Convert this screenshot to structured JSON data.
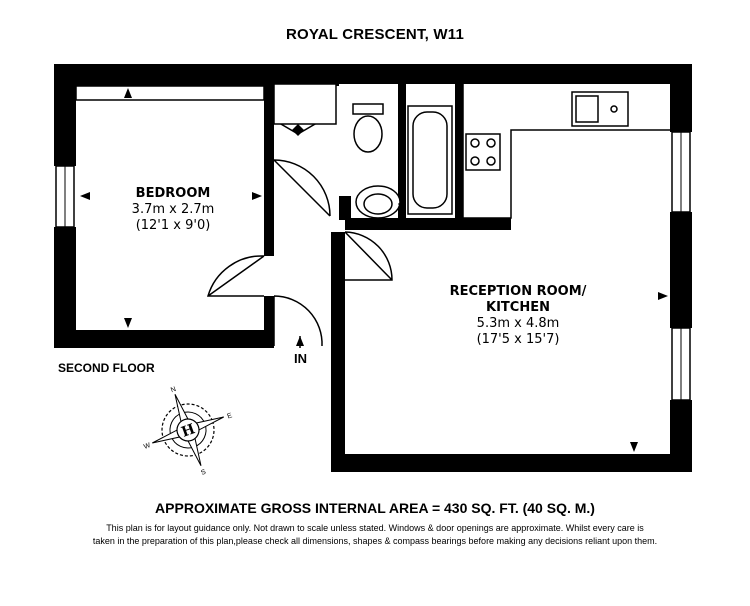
{
  "title": "ROYAL CRESCENT, W11",
  "floor_label": "SECOND FLOOR",
  "entrance_label": "IN",
  "rooms": [
    {
      "name": "BEDROOM",
      "dimensions_metric": "3.7m x 2.7m",
      "dimensions_imperial": "(12'1 x 9'0)"
    },
    {
      "name_line1": "RECEPTION ROOM/",
      "name_line2": "KITCHEN",
      "dimensions_metric": "5.3m x 4.8m",
      "dimensions_imperial": "(17'5 x 15'7)"
    }
  ],
  "area_statement": "APPROXIMATE GROSS INTERNAL AREA = 430 SQ. FT. (40 SQ. M.)",
  "disclaimer_line1": "This plan is for layout guidance only. Not drawn to scale unless stated. Windows & door openings are approximate. Whilst every care is",
  "disclaimer_line2": "taken in the preparation of this plan,please check all dimensions, shapes & compass bearings before making any decisions reliant upon them.",
  "compass": {
    "center_letter": "H",
    "points": [
      "N",
      "E",
      "S",
      "W"
    ]
  },
  "colors": {
    "wall": "#000000",
    "background": "#ffffff"
  }
}
